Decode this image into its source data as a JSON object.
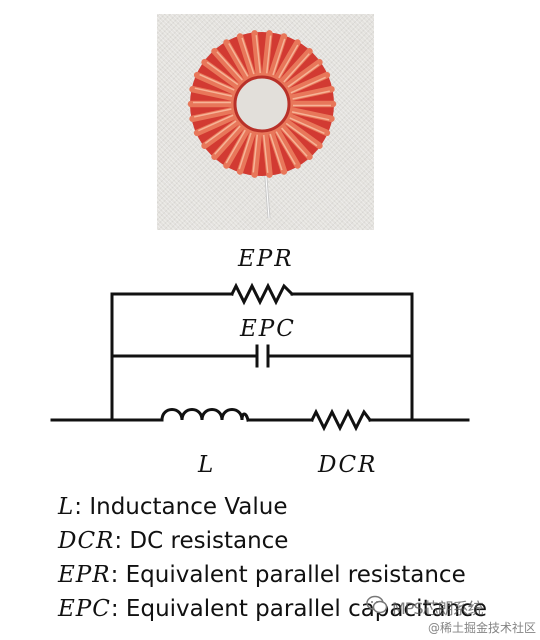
{
  "labels": {
    "epr": "EPR",
    "epc": "EPC",
    "l": "L",
    "dcr": "DCR"
  },
  "legend": [
    {
      "symbol": "L",
      "text": ": Inductance Value"
    },
    {
      "symbol": "DCR",
      "text": ": DC resistance"
    },
    {
      "symbol": "EPR",
      "text": ": Equivalent parallel resistance"
    },
    {
      "symbol": "EPC",
      "text": ": Equivalent parallel capacitance"
    }
  ],
  "watermark": {
    "line1": "MPS芯朗系统",
    "line2": "@稀土掘金技术社区"
  },
  "colors": {
    "copper": "#e8775a",
    "core": "#d23a32",
    "wire": "#111111"
  }
}
